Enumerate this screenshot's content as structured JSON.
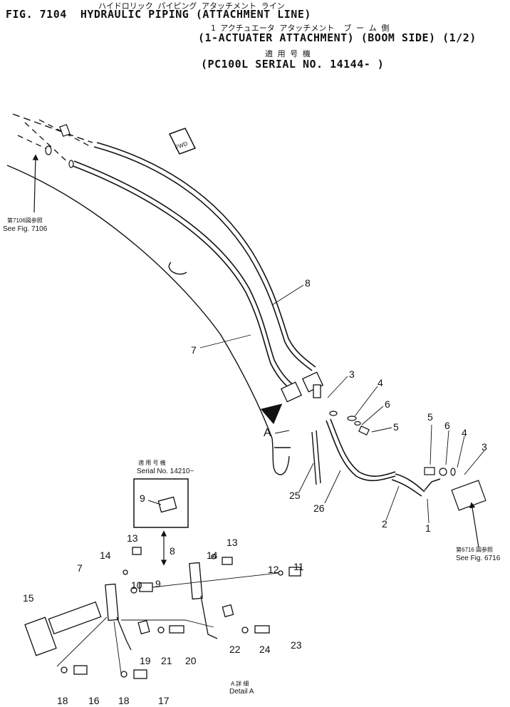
{
  "title": {
    "line1_jp": "ハイドロリック パイピング アタッチメント ライン",
    "line2": "FIG. 7104  HYDRAULIC PIPING (ATTACHMENT LINE)",
    "line3_jp": "1 アクチュエータ アタッチメント  ブ ー ム 側",
    "line4": "(1-ACTUATER ATTACHMENT) (BOOM SIDE) (1/2)",
    "line5_jp": "適 用 号 機",
    "line6": "(PC100L SERIAL NO. 14144- )"
  },
  "references": {
    "left_jp": "第7106図参照",
    "left": "See Fig. 7106",
    "right_jp": "第6716 図参照",
    "right": "See Fig. 6716"
  },
  "inset": {
    "serial_jp": "適 用 号 機",
    "serial": "Serial No. 14210~",
    "part": "9"
  },
  "fwd_label": "FWD",
  "detail_marker": "A",
  "detail_caption_jp": "A 詳 細",
  "detail_caption": "Detail A",
  "callouts": {
    "c8_top": "8",
    "c7_top": "7",
    "c3_a": "3",
    "c4_a": "4",
    "c6_a": "6",
    "c5_a": "5",
    "c5_b": "5",
    "c6_b": "6",
    "c4_b": "4",
    "c3_b": "3",
    "c25": "25",
    "c26": "26",
    "c2": "2",
    "c1": "1",
    "c13_a": "13",
    "c14_a": "14",
    "c7_d": "7",
    "c10": "10",
    "c9_d": "9",
    "c8_d": "8",
    "c14_b": "14",
    "c13_b": "13",
    "c12": "12",
    "c11": "11",
    "c15": "15",
    "c19": "19",
    "c21": "21",
    "c20": "20",
    "c22": "22",
    "c24": "24",
    "c23": "23",
    "c18_a": "18",
    "c16": "16",
    "c18_b": "18",
    "c17": "17"
  }
}
